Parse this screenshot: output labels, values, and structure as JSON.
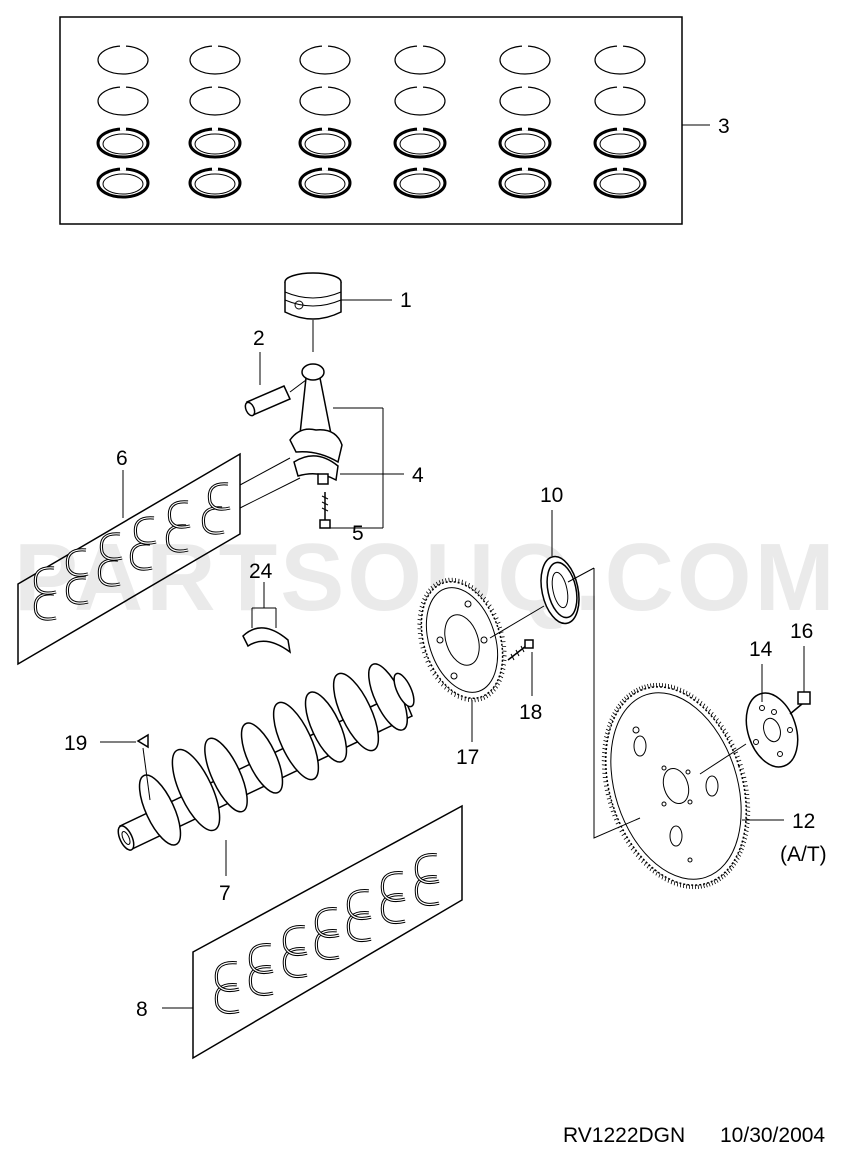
{
  "diagram": {
    "watermark": "PARTSOUQ.COM",
    "footer_code": "RV1222DGN",
    "footer_date": "10/30/2004",
    "callouts": {
      "c1": "1",
      "c2": "2",
      "c3": "3",
      "c4": "4",
      "c5": "5",
      "c6": "6",
      "c7": "7",
      "c8": "8",
      "c10": "10",
      "c12": "12",
      "c12_note": "(A/T)",
      "c14": "14",
      "c16": "16",
      "c17": "17",
      "c18": "18",
      "c19": "19",
      "c24": "24"
    }
  }
}
